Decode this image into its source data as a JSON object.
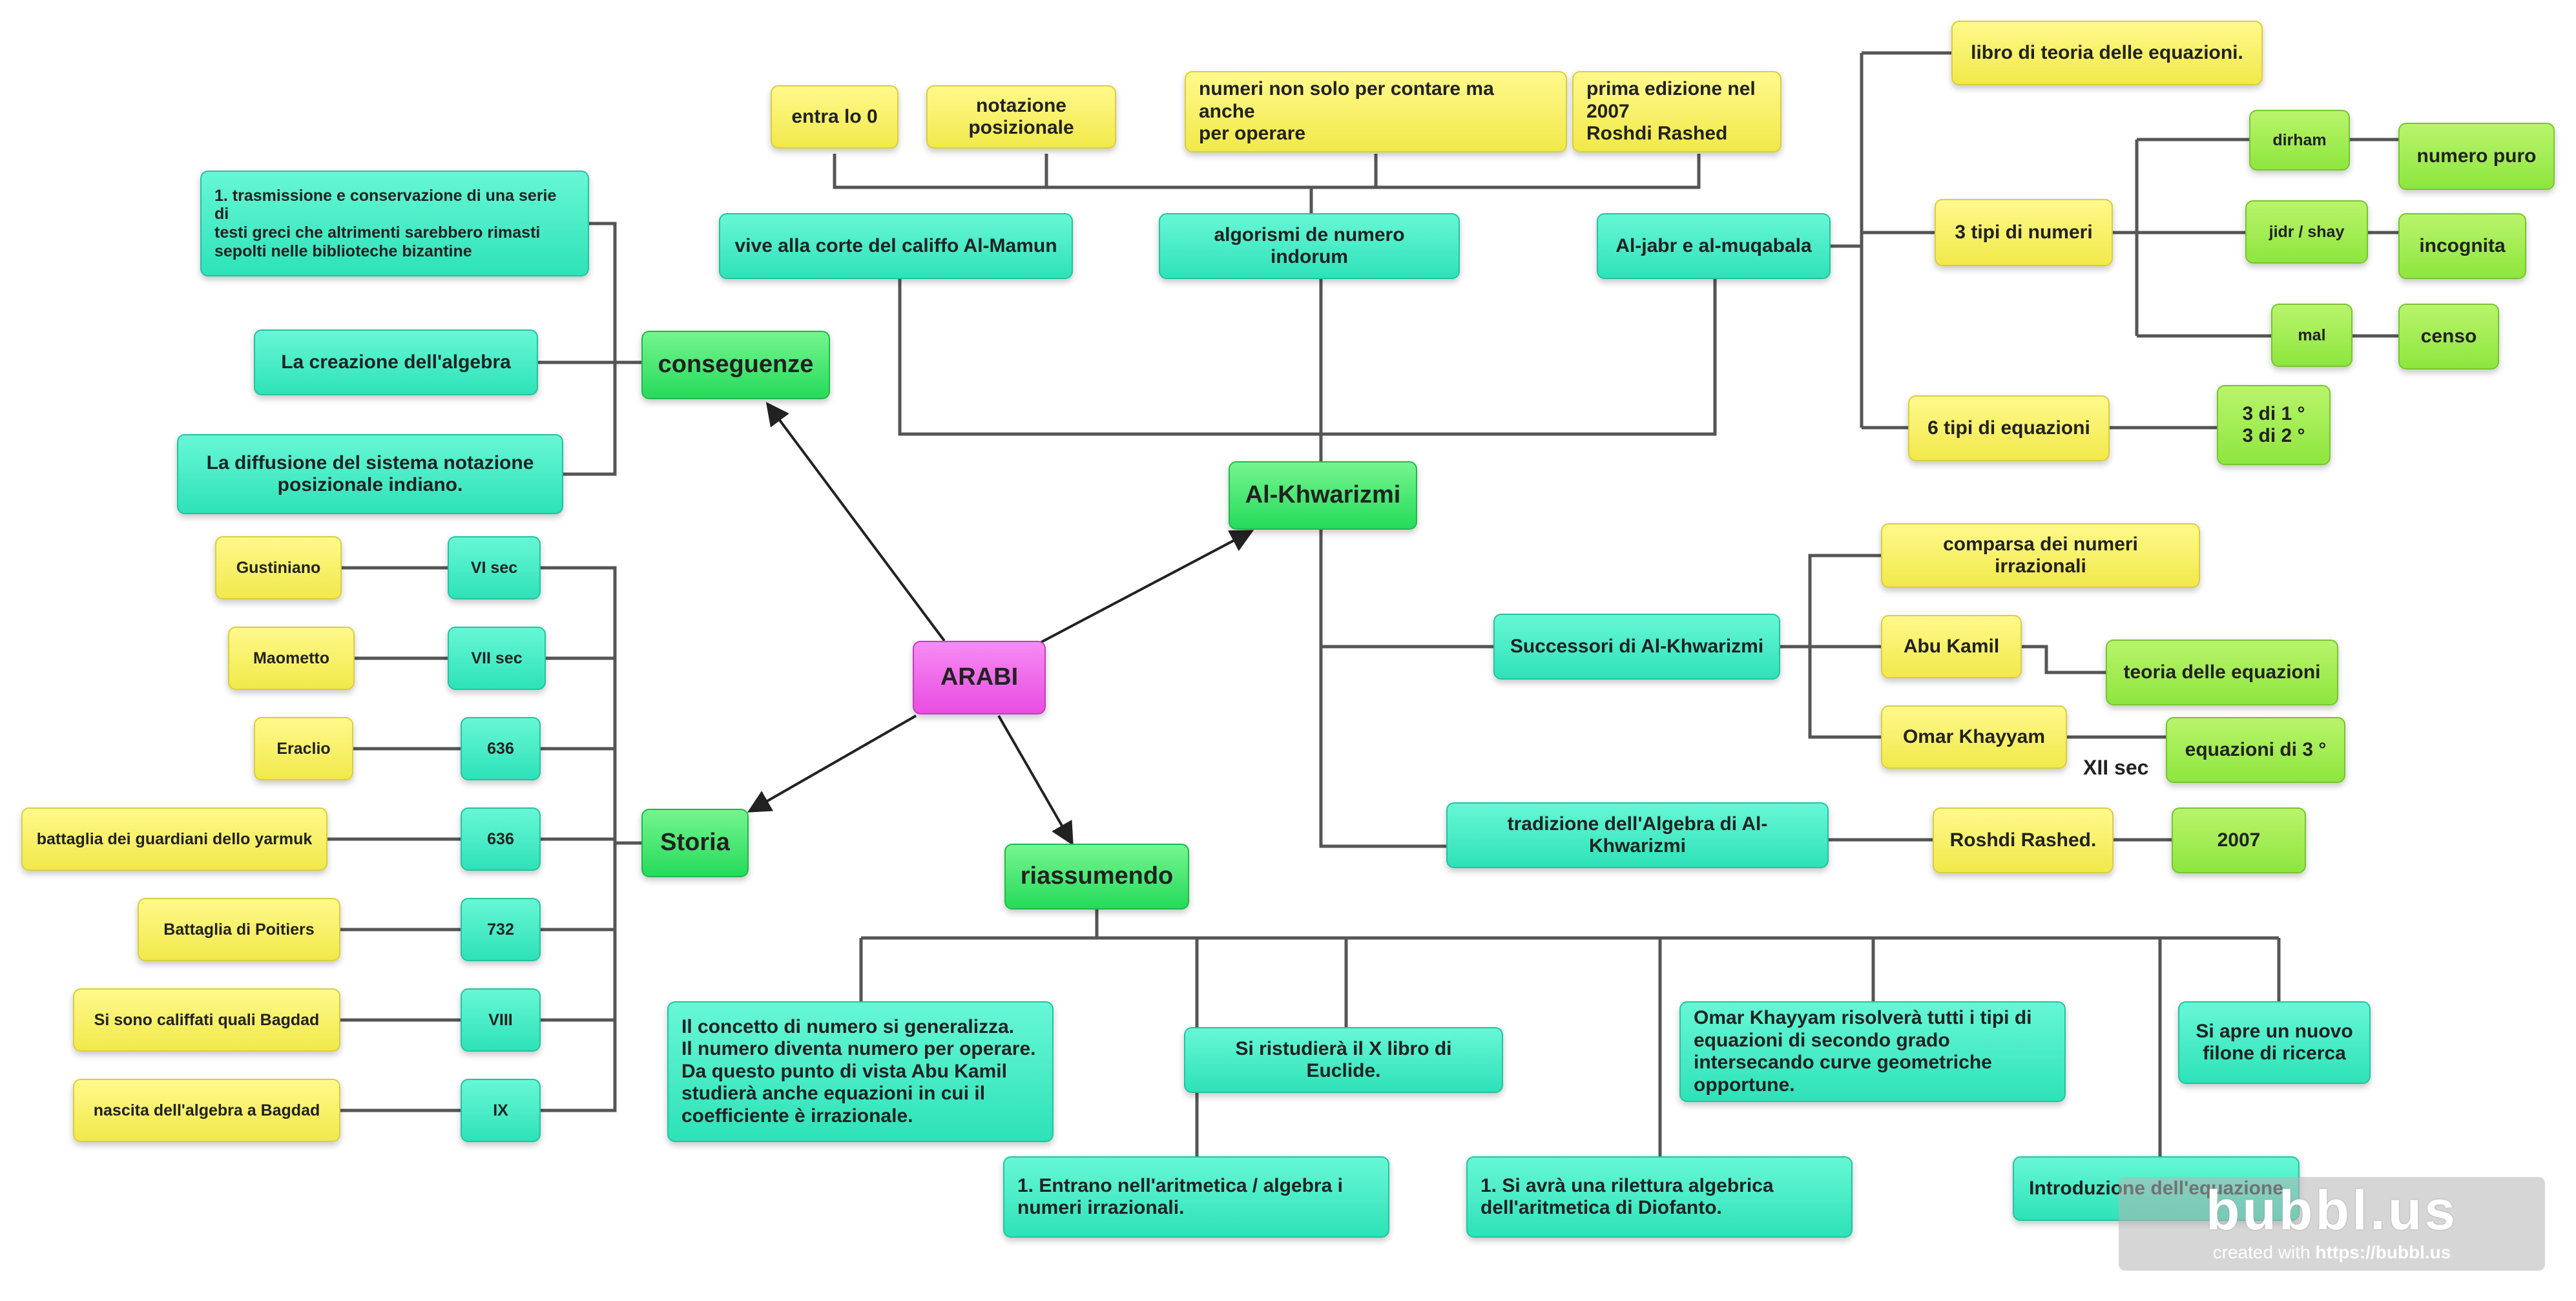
{
  "colors": {
    "link": "#555555",
    "yellow": "#f6ef5b",
    "teal": "#3de8c0",
    "green": "#33e065",
    "lime": "#9eea4a",
    "pink": "#ef5be9"
  },
  "nodes": {
    "arabi": "ARABI",
    "alkhwarizmi": "Al-Khwarizmi",
    "conseguenze": "conseguenze",
    "storia": "Storia",
    "riassumendo": "riassumendo",
    "entra_lo_0": "entra lo 0",
    "notazione_posizionale": "notazione posizionale",
    "numeri_non_solo": "numeri non solo per contare ma anche\nper operare",
    "prima_edizione": "prima edizione nel 2007\nRoshdi Rashed",
    "vive_corte": "vive alla corte del califfo Al-Mamun",
    "algorismi": "algorismi de numero indorum",
    "aljabr": "Al-jabr e al-muqabala",
    "libro_teoria": "libro di teoria delle equazioni.",
    "tre_tipi": "3 tipi di numeri",
    "dirham": "dirham",
    "numero_puro": "numero puro",
    "jidr": "jidr / shay",
    "incognita": "incognita",
    "mal": "mal",
    "censo": "censo",
    "sei_tipi": "6 tipi di equazioni",
    "tre_di": "3 di 1 °\n3 di 2 °",
    "conseg_1": "1.  trasmissione e conservazione di una serie di\n     testi greci che altrimenti sarebbero rimasti\n     sepolti nelle biblioteche bizantine",
    "conseg_2": "La creazione dell'algebra",
    "conseg_3": " La diffusione del sistema notazione\nposizionale indiano.",
    "gustiniano": "Gustiniano",
    "vi_sec": "VI sec",
    "maometto": "Maometto",
    "vii_sec": "VII sec",
    "eraclio": "Eraclio",
    "y636a": "636",
    "battaglia_yarmuk": "battaglia dei guardiani dello yarmuk",
    "y636b": "636",
    "poitiers": "Battaglia di Poitiers",
    "y732": "732",
    "califfati": "Si sono califfati quali Bagdad",
    "viii": "VIII",
    "nascita": "nascita dell'algebra a Bagdad",
    "ix": "IX",
    "comparsa": "comparsa dei numeri irrazionali",
    "successori": "Successori di Al-Khwarizmi",
    "abu_kamil": "Abu Kamil",
    "teoria_eq": "teoria delle equazioni",
    "omar": "Omar Khayyam",
    "eq_terzo": "equazioni di 3 °",
    "tradizione": "tradizione dell'Algebra di Al-Khwarizmi",
    "roshdi": "Roshdi Rashed.",
    "y2007": "2007",
    "riass_1": " Il concetto di numero si generalizza.\nIl numero diventa numero per operare.\nDa questo punto di vista Abu Kamil\nstudierà anche equazioni in cui il\ncoefficiente è irrazionale.",
    "riass_2": "Si ristudierà il X libro di Euclide.",
    "riass_3": "1.  Entrano nell'aritmetica / algebra i\n     numeri irrazionali.",
    "riass_4": "1.  Si avrà una rilettura algebrica\n     dell'aritmetica di Diofanto.",
    "riass_5": " Omar Khayyam risolverà tutti i tipi di\nequazioni di secondo grado\nintersecando curve geometriche\nopportune.",
    "riass_6": "Si apre un nuovo\nfilone di ricerca",
    "riass_7": "Introduzione dell'equazione"
  },
  "labels": {
    "xii_sec": "XII sec"
  },
  "watermark": {
    "logo": "bubbl.us",
    "created_with": "created with ",
    "url": "https://bubbl.us"
  }
}
